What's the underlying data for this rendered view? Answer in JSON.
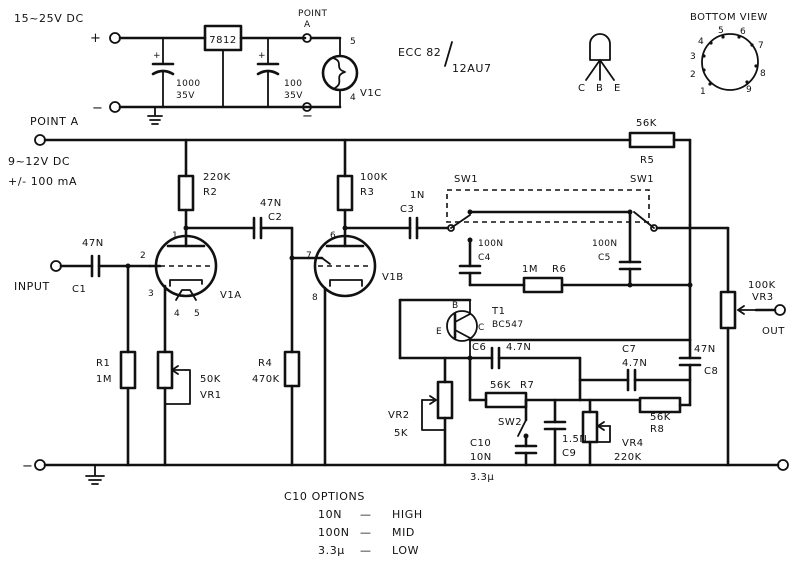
{
  "supply": {
    "input_label": "15~25V DC",
    "plus": "+",
    "minus": "−",
    "regulator": "7812",
    "c_in_value": "1000",
    "c_in_voltage": "35V",
    "c_out_value": "100",
    "c_out_voltage": "35V",
    "point_label": "POINT",
    "point_letter": "A",
    "heater_pin_top": "5",
    "heater_pin_bottom": "4",
    "heater_label": "V1C"
  },
  "tube_label": {
    "line1": "ECC 82",
    "line2": "12AU7"
  },
  "transistor_pinout": {
    "c": "C",
    "b": "B",
    "e": "E"
  },
  "bottom_view": {
    "title": "BOTTOM VIEW",
    "pins": [
      "1",
      "2",
      "3",
      "4",
      "5",
      "6",
      "7",
      "8",
      "9"
    ]
  },
  "main": {
    "point_a": "POINT A",
    "supply_note_1": "9~12V DC",
    "supply_note_2": "+/- 100 mA",
    "input": "INPUT",
    "output": "OUT"
  },
  "components": {
    "c1": {
      "value": "47N",
      "ref": "C1"
    },
    "r1": {
      "ref": "R1",
      "value": "1M"
    },
    "r2": {
      "value": "220K",
      "ref": "R2"
    },
    "c2": {
      "value": "47N",
      "ref": "C2"
    },
    "v1a": {
      "ref": "V1A",
      "pin1": "1",
      "pin2": "2",
      "pin3": "3",
      "pin4": "4",
      "pin5": "5"
    },
    "vr1": {
      "value": "50K",
      "ref": "VR1"
    },
    "r4": {
      "ref": "R4",
      "value": "470K"
    },
    "r3": {
      "value": "100K",
      "ref": "R3"
    },
    "v1b": {
      "ref": "V1B",
      "pin6": "6",
      "pin7": "7",
      "pin8": "8"
    },
    "c3": {
      "value": "1N",
      "ref": "C3"
    },
    "sw1": {
      "ref": "SW1"
    },
    "r5": {
      "value": "56K",
      "ref": "R5"
    },
    "c4": {
      "value": "100N",
      "ref": "C4"
    },
    "c5": {
      "value": "100N",
      "ref": "C5"
    },
    "r6": {
      "value": "1M",
      "ref": "R6"
    },
    "t1": {
      "ref": "T1",
      "type": "BC547",
      "b": "B",
      "e": "E",
      "c": "C"
    },
    "c6": {
      "ref": "C6",
      "value": "4.7N"
    },
    "c7": {
      "ref": "C7",
      "value": "4.7N"
    },
    "c8": {
      "value": "47N",
      "ref": "C8"
    },
    "vr2": {
      "ref": "VR2",
      "value": "5K"
    },
    "r7": {
      "value": "56K",
      "ref": "R7"
    },
    "r8": {
      "value": "56K",
      "ref": "R8"
    },
    "sw2": {
      "ref": "SW2"
    },
    "c10": {
      "ref": "C10",
      "value": "10N"
    },
    "c9": {
      "value": "1.5N",
      "ref": "C9"
    },
    "vr4": {
      "ref": "VR4",
      "value": "220K"
    },
    "vr3": {
      "value": "100K",
      "ref": "VR3"
    },
    "c10_below": "3.3µ"
  },
  "c10_options": {
    "title": "C10 OPTIONS",
    "rows": [
      {
        "value": "10N",
        "dash": "—",
        "setting": "HIGH"
      },
      {
        "value": "100N",
        "dash": "—",
        "setting": "MID"
      },
      {
        "value": "3.3µ",
        "dash": "—",
        "setting": "LOW"
      }
    ]
  }
}
